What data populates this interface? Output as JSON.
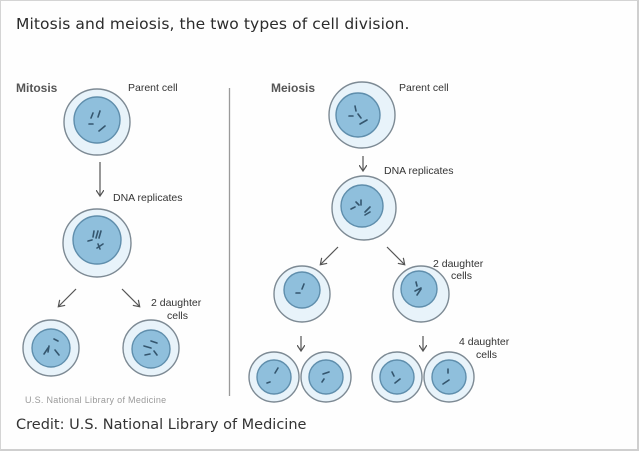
{
  "caption": "Mitosis and meiosis, the two types of cell division.",
  "credit": "Credit: U.S. National Library of Medicine",
  "diagram": {
    "watermark": "U.S. National Library of Medicine",
    "colors": {
      "cell_outer_fill": "#e8f3fa",
      "cell_outer_stroke": "#7d8a94",
      "nucleus_fill": "#8fbfdc",
      "nucleus_stroke": "#5f8eac",
      "chromosome": "#35566e",
      "arrow": "#555555",
      "divider": "#9a9a9a"
    },
    "mitosis": {
      "title": "Mitosis",
      "parent_label": "Parent cell",
      "step_label": "DNA replicates",
      "daughter_label_line1": "2 daughter",
      "daughter_label_line2": "cells",
      "cells": [
        {
          "role": "parent"
        },
        {
          "role": "replicated"
        },
        {
          "role": "daughter"
        },
        {
          "role": "daughter"
        }
      ]
    },
    "meiosis": {
      "title": "Meiosis",
      "parent_label": "Parent cell",
      "step_label": "DNA replicates",
      "daughter2_label_line1": "2 daughter",
      "daughter2_label_line2": "cells",
      "daughter4_label_line1": "4 daughter",
      "daughter4_label_line2": "cells",
      "cells": [
        {
          "role": "parent"
        },
        {
          "role": "replicated"
        },
        {
          "role": "daughter"
        },
        {
          "role": "daughter"
        },
        {
          "role": "granddaughter"
        },
        {
          "role": "granddaughter"
        },
        {
          "role": "granddaughter"
        },
        {
          "role": "granddaughter"
        }
      ]
    }
  }
}
